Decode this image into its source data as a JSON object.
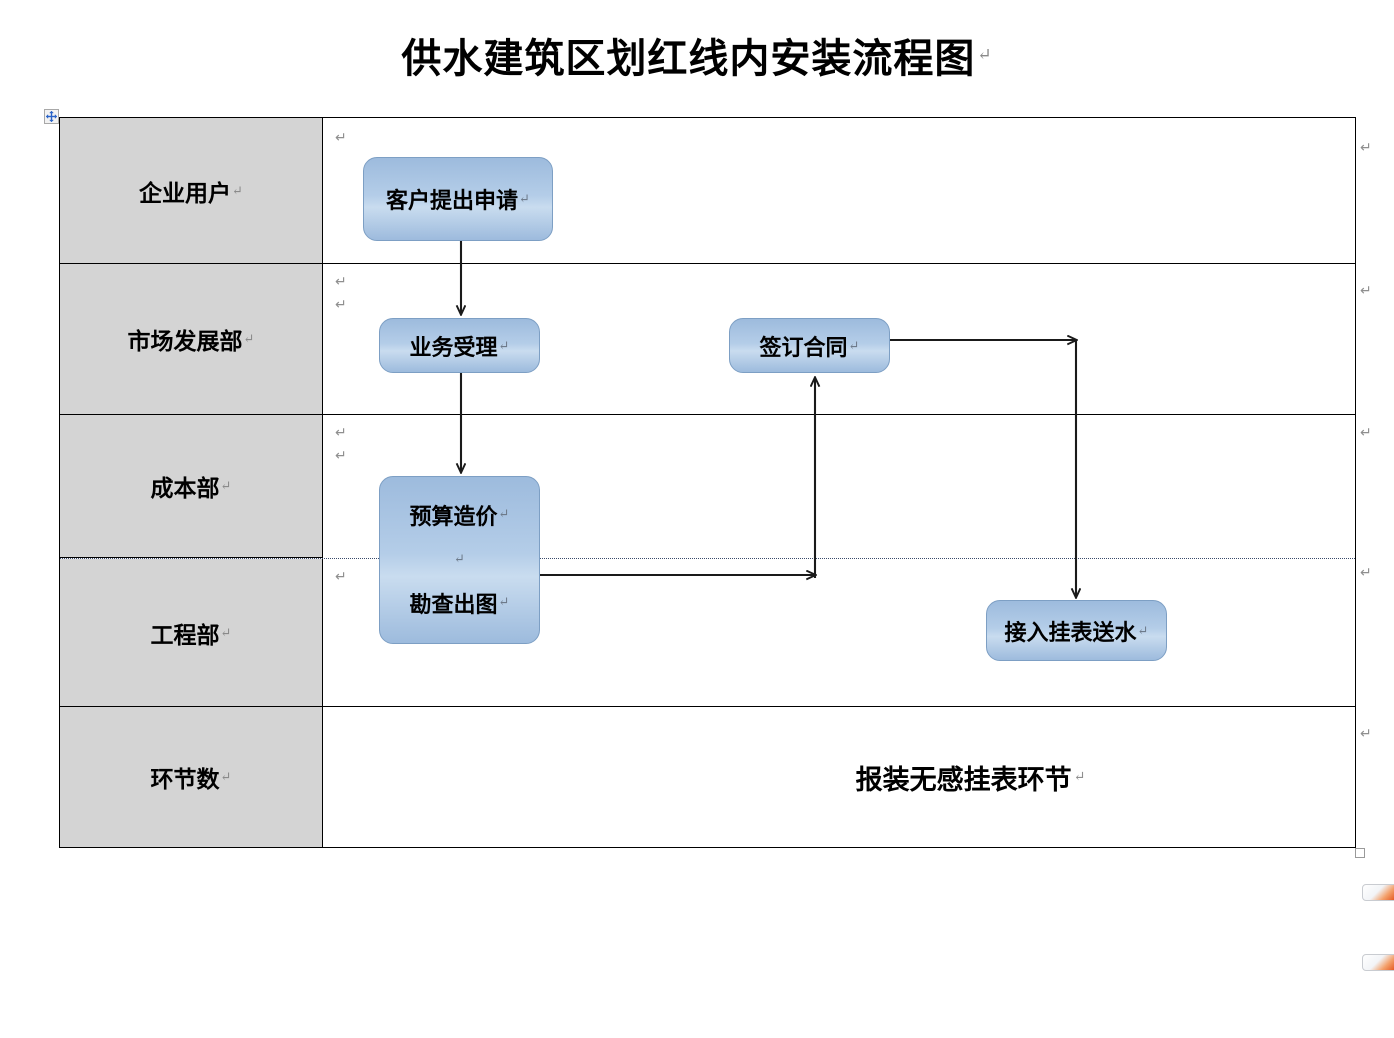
{
  "document": {
    "title": "供水建筑区划红线内安装流程图",
    "pilcrow": "↵"
  },
  "table": {
    "move_handle_icon": "table-move-icon",
    "resize_handle_icon": "table-resize-icon",
    "header_fill": "#d4d4d4",
    "border_color": "#000000",
    "rows": [
      {
        "label": "企业用户",
        "pilcrow": "↵"
      },
      {
        "label": "市场发展部",
        "pilcrow": "↵"
      },
      {
        "label": "成本部",
        "pilcrow": "↵"
      },
      {
        "label": "工程部",
        "pilcrow": "↵"
      },
      {
        "label": "环节数",
        "pilcrow": "↵"
      }
    ],
    "summary": {
      "text": "报装无感挂表环节",
      "pilcrow": "↵"
    }
  },
  "flow": {
    "box_fill": "#9dbbdd",
    "box_border": "#7d9fc4",
    "connector_color": "#1a1a1a",
    "nodes": [
      {
        "id": "apply",
        "label": "客户提出申请",
        "pilcrow": "↵",
        "row": "企业用户"
      },
      {
        "id": "accept",
        "label": "业务受理",
        "pilcrow": "↵",
        "row": "市场发展部"
      },
      {
        "id": "contract",
        "label": "签订合同",
        "pilcrow": "↵",
        "row": "市场发展部"
      },
      {
        "id": "budget",
        "label": "预算造价",
        "pilcrow": "↵",
        "row": "成本部"
      },
      {
        "id": "survey",
        "label": "勘查出图",
        "pilcrow": "↵",
        "row": "工程部"
      },
      {
        "id": "connect",
        "label": "接入挂表送水",
        "pilcrow": "↵",
        "row": "工程部"
      }
    ],
    "edges": [
      {
        "from": "apply",
        "to": "accept",
        "shape": "vertical"
      },
      {
        "from": "accept",
        "to": "budget",
        "shape": "vertical"
      },
      {
        "from": "survey",
        "to": "contract",
        "shape": "right-then-up"
      },
      {
        "from": "contract",
        "to": "connect",
        "shape": "right-then-down"
      }
    ]
  },
  "cell_marks": {
    "paragraph": "↵",
    "row_end": "↵"
  }
}
